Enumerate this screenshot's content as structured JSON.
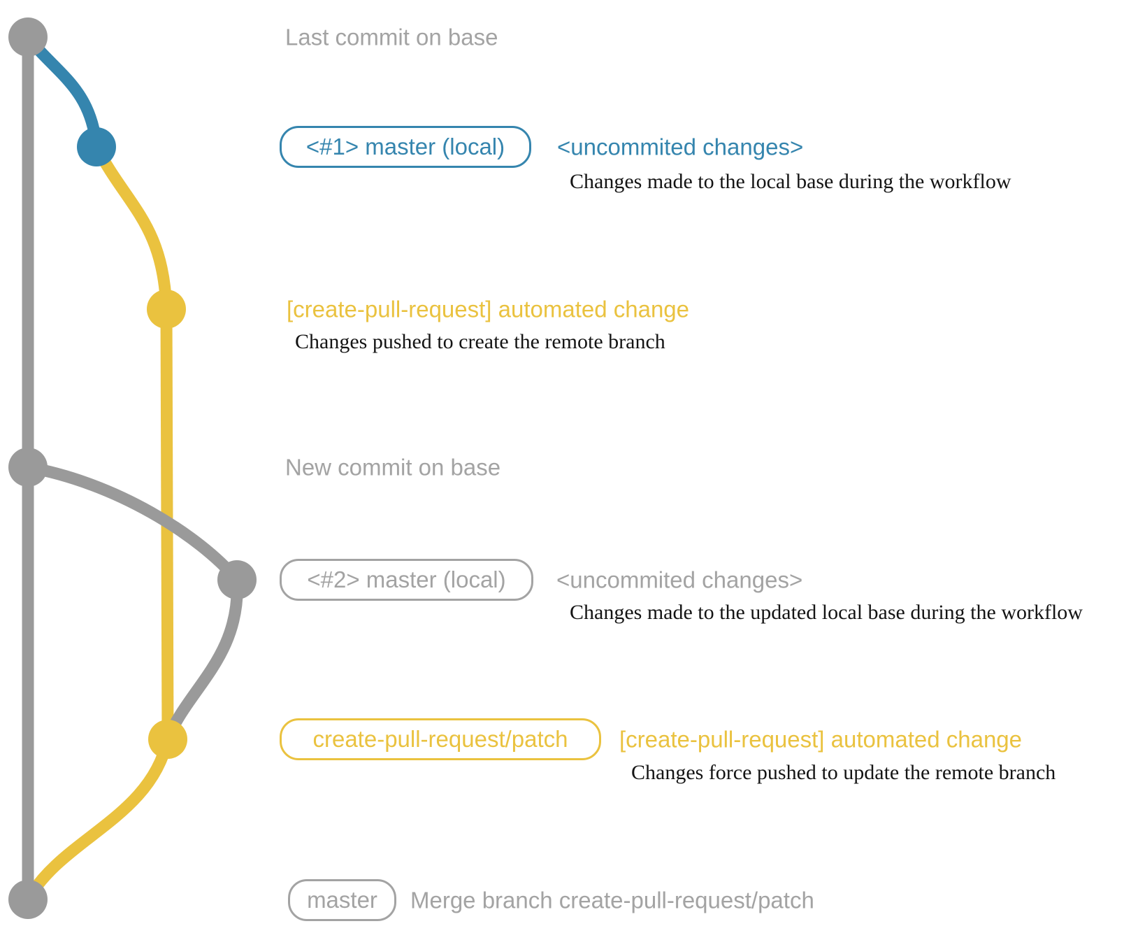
{
  "colors": {
    "base": "#9a9a9a",
    "local": "#3585ae",
    "branch": "#eac23f",
    "muted": "#a3a3a3",
    "body": "#141414"
  },
  "graph": {
    "branches": [
      {
        "name": "base",
        "color_role": "base"
      },
      {
        "name": "master-local",
        "color_role": "local"
      },
      {
        "name": "create-pull-request-patch",
        "color_role": "branch"
      }
    ],
    "commits": [
      {
        "id": "last-commit-on-base",
        "branch": "base"
      },
      {
        "id": "local-commit-1",
        "branch": "master-local"
      },
      {
        "id": "pushed-commit-1",
        "branch": "create-pull-request-patch"
      },
      {
        "id": "new-commit-on-base",
        "branch": "base"
      },
      {
        "id": "local-commit-2",
        "branch": "master-local"
      },
      {
        "id": "pushed-commit-2",
        "branch": "create-pull-request-patch"
      },
      {
        "id": "merge-commit",
        "branch": "base"
      }
    ]
  },
  "rows": {
    "last_commit": {
      "message": "Last commit on base"
    },
    "local_1": {
      "badge": "<#1> master (local)",
      "message": "<uncommited changes>",
      "body": "Changes made to the local base during the workflow"
    },
    "push_1": {
      "message": "[create-pull-request] automated change",
      "body": "Changes pushed to create the remote branch"
    },
    "new_commit": {
      "message": "New commit on base"
    },
    "local_2": {
      "badge": "<#2> master (local)",
      "message": "<uncommited changes>",
      "body": "Changes made to the updated local base during the workflow"
    },
    "push_2": {
      "badge": "create-pull-request/patch",
      "message": "[create-pull-request] automated change",
      "body": "Changes force pushed to update the remote branch"
    },
    "merge": {
      "badge": "master",
      "message": "Merge branch create-pull-request/patch"
    }
  }
}
